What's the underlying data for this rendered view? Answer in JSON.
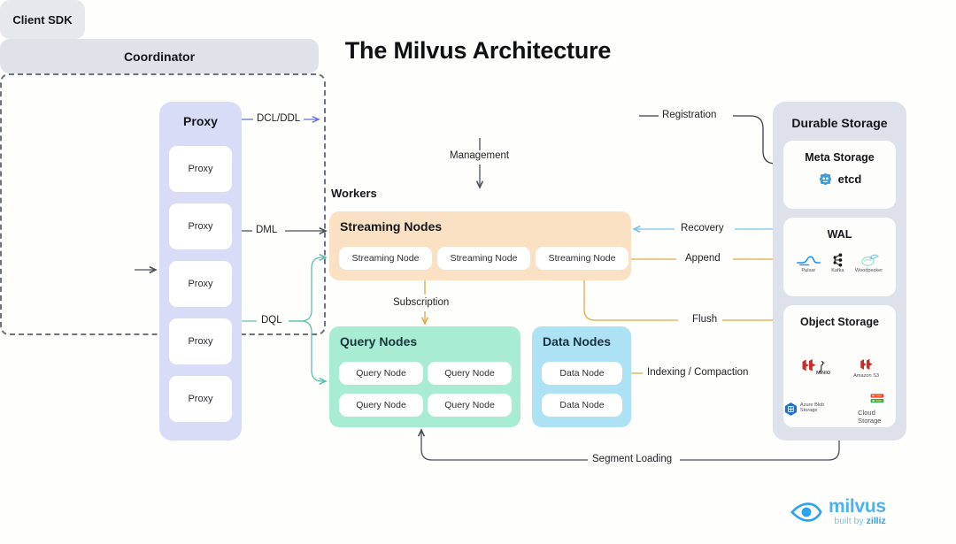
{
  "page": {
    "title": "The Milvus Architecture",
    "background_color": "#fefefc"
  },
  "client": {
    "label": "Client SDK"
  },
  "proxy_panel": {
    "title": "Proxy",
    "color": "#d9dcf7",
    "nodes": [
      {
        "label": "Proxy"
      },
      {
        "label": "Proxy"
      },
      {
        "label": "Proxy"
      },
      {
        "label": "Proxy"
      },
      {
        "label": "Proxy"
      }
    ]
  },
  "coordinator": {
    "label": "Coordinator",
    "color": "#dfe3e9"
  },
  "workers": {
    "label": "Workers",
    "streaming": {
      "title": "Streaming Nodes",
      "color": "#fae1c3",
      "nodes": [
        {
          "label": "Streaming Node"
        },
        {
          "label": "Streaming Node"
        },
        {
          "label": "Streaming Node"
        }
      ]
    },
    "query": {
      "title": "Query Nodes",
      "color": "#a9ecd4",
      "nodes": [
        {
          "label": "Query Node"
        },
        {
          "label": "Query Node"
        },
        {
          "label": "Query Node"
        },
        {
          "label": "Query Node"
        }
      ]
    },
    "data": {
      "title": "Data Nodes",
      "color": "#ade2f5",
      "nodes": [
        {
          "label": "Data Node"
        },
        {
          "label": "Data Node"
        }
      ]
    }
  },
  "durable_storage": {
    "title": "Durable Storage",
    "color": "#dde2ea",
    "cards": [
      {
        "title": "Meta Storage",
        "inline_logo": {
          "name": "etcd-logo",
          "label": "etcd"
        }
      },
      {
        "title": "WAL",
        "logos": [
          {
            "name": "pulsar-logo",
            "label": "Pulsar"
          },
          {
            "name": "kafka-logo",
            "label": "Kafka"
          },
          {
            "name": "woodpecker-logo",
            "label": "Woodpecker"
          }
        ]
      },
      {
        "title": "Object Storage",
        "logos": [
          {
            "name": "minio-logo",
            "label": "MINIO"
          },
          {
            "name": "amazon-s3-logo",
            "label": "Amazon S3"
          },
          {
            "name": "azure-blob-storage-logo",
            "label": "Azure Blob Storage"
          },
          {
            "name": "google-cloud-storage-logo",
            "label": "Cloud Storage"
          }
        ]
      }
    ]
  },
  "connections": [
    {
      "name": "dcl-ddl",
      "label": "DCL/DDL",
      "color": "#6b6fdb"
    },
    {
      "name": "dml",
      "label": "DML",
      "color": "#4a4e55"
    },
    {
      "name": "dql",
      "label": "DQL",
      "color": "#5ec2ad"
    },
    {
      "name": "management",
      "label": "Management",
      "color": "#4a4e55"
    },
    {
      "name": "registration",
      "label": "Registration",
      "color": "#3a3d43"
    },
    {
      "name": "subscription",
      "label": "Subscription",
      "color": "#d9a93f"
    },
    {
      "name": "recovery",
      "label": "Recovery",
      "color": "#7cc0ea"
    },
    {
      "name": "append",
      "label": "Append",
      "color": "#e0aa43"
    },
    {
      "name": "flush",
      "label": "Flush",
      "color": "#e0aa43"
    },
    {
      "name": "indexing-compaction",
      "label": "Indexing / Compaction",
      "color": "#e0aa43"
    },
    {
      "name": "segment-loading",
      "label": "Segment Loading",
      "color": "#4a4e55"
    }
  ],
  "brand": {
    "name": "milvus",
    "tagline_prefix": "built by ",
    "tagline_brand": "zilliz",
    "color": "#2ba3ef"
  }
}
